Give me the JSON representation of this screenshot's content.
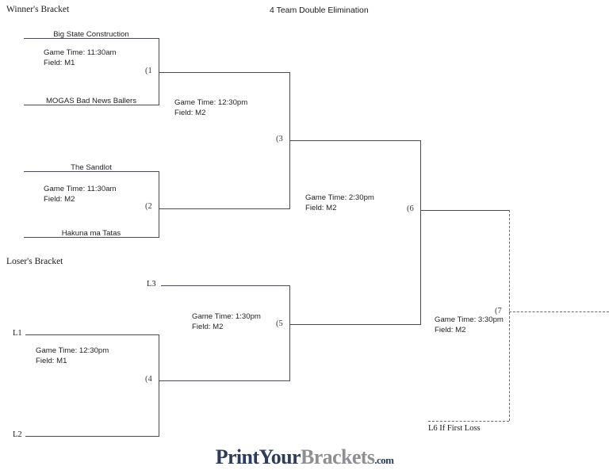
{
  "page": {
    "title": "4 Team Double Elimination",
    "winners_heading": "Winner's Bracket",
    "losers_heading": "Loser's Bracket"
  },
  "winners_bracket": {
    "games": [
      {
        "number": "(1",
        "time_label": "Game Time: 11:30am",
        "field_label": "Field: M1",
        "top_team": "Big State Construction",
        "bottom_team": "MOGAS Bad News Ballers"
      },
      {
        "number": "(2",
        "time_label": "Game Time: 11:30am",
        "field_label": "Field: M2",
        "top_team": "The Sandlot",
        "bottom_team": "Hakuna ma Tatas"
      },
      {
        "number": "(3",
        "time_label": "Game Time: 12:30pm",
        "field_label": "Field: M2"
      },
      {
        "number": "(6",
        "time_label": "Game Time: 2:30pm",
        "field_label": "Field: M2"
      }
    ]
  },
  "losers_bracket": {
    "seeds": {
      "l1": "L1",
      "l2": "L2",
      "l3": "L3"
    },
    "games": [
      {
        "number": "(4",
        "time_label": "Game Time: 12:30pm",
        "field_label": "Field: M1"
      },
      {
        "number": "(5",
        "time_label": "Game Time: 1:30pm",
        "field_label": "Field: M2"
      }
    ]
  },
  "championship": {
    "game_number": "(7",
    "time_label": "Game Time: 3:30pm",
    "field_label": "Field: M2",
    "if_first_loss_label": "L6 If First Loss"
  },
  "footer": {
    "logo_print_your": "PrintYour",
    "logo_brackets": "Brackets",
    "logo_dotcom": ".com",
    "color_navy": "#2b3c5c",
    "color_gray": "#8e8e93"
  }
}
